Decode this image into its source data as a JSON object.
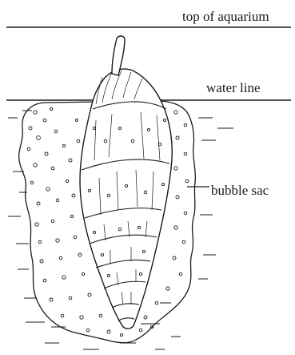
{
  "labels": {
    "top_of_aquarium": "top of aquarium",
    "water_line": "water line",
    "bubble_sac": "bubble sac"
  },
  "colors": {
    "ink": "#1a1a1a",
    "background": "#ffffff"
  }
}
